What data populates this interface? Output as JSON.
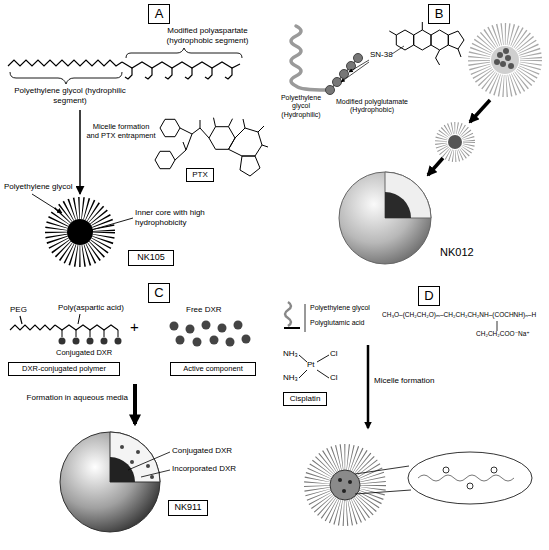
{
  "diagram": {
    "nodes": [
      {
        "text": [
          "A"
        ]
      },
      {
        "text": [
          "PTX"
        ]
      },
      {
        "text": [
          "NK105"
        ]
      },
      {
        "text": [
          "B"
        ]
      },
      {
        "text": [
          "C"
        ]
      },
      {
        "text": [
          "DXR-conjugated polymer"
        ]
      },
      {
        "text": [
          "Active component"
        ]
      },
      {
        "text": [
          "NK911"
        ]
      },
      {
        "text": [
          "D"
        ]
      },
      {
        "text": [
          "Cisplatin"
        ]
      }
    ],
    "labels": [
      "Modified polyaspartate (hydrophobic segment)",
      "Polyethylene glycol (hydrophilic segment)",
      "Micelle formation and PTX entrapment",
      "Polyethylene glycol",
      "Inner core with high hydrophobicity",
      "Polyethylene glycol (Hydrophilic)",
      "Modified polyglutamate (Hydrophobic)",
      "SN-38",
      "NK012",
      "PEG",
      "Poly(aspartic acid)",
      "Conjugated DXR",
      "+",
      "Free DXR",
      "Formation in aqueous media",
      "Conjugated DXR",
      "Incorporated DXR",
      "Polyethylene glycol",
      "Polyglutamic acid",
      "CH₃O–(CH₂CH₂O)ₘ–CH₂CH₂CH₂NH–(COCHNH)ₙ–H",
      "CH₂CH₂COO⁻Na⁺",
      "NH₃",
      "NH₃",
      "Pt",
      "Cl",
      "Cl",
      "Micelle formation"
    ]
  }
}
